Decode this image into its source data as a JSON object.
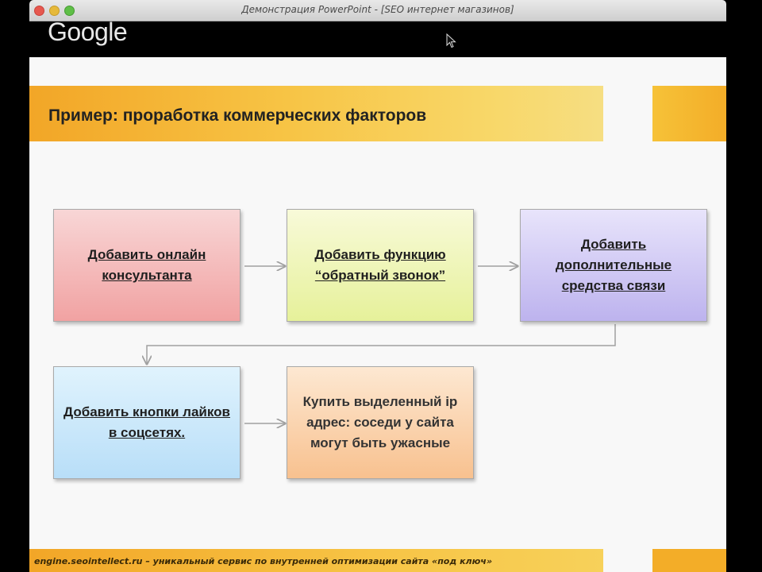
{
  "window": {
    "title": "Демонстрация PowerPoint - [SEO интернет магазинов]"
  },
  "overlay": {
    "logo_text": "Google"
  },
  "slide": {
    "title": "Пример: проработка коммерческих факторов",
    "boxes": [
      {
        "label": "Добавить онлайн консультанта",
        "color": "#f1a2a2"
      },
      {
        "label": "Добавить функцию “обратный звонок”",
        "color": "#e6f19a"
      },
      {
        "label": "Добавить дополнительные средства связи",
        "color": "#bdb3ee"
      },
      {
        "label": "Добавить кнопки лайков в соцсетях.",
        "color": "#b8def8"
      },
      {
        "label": "Купить выделенный ip адрес: соседи у сайта могут быть ужасные",
        "color": "#f8c18f"
      }
    ],
    "footer": "engine.seointellect.ru – уникальный сервис по внутренней оптимизации сайта «под ключ»",
    "accent_color": "#f2a627"
  },
  "icons": [
    "mouse-cursor-icon"
  ]
}
